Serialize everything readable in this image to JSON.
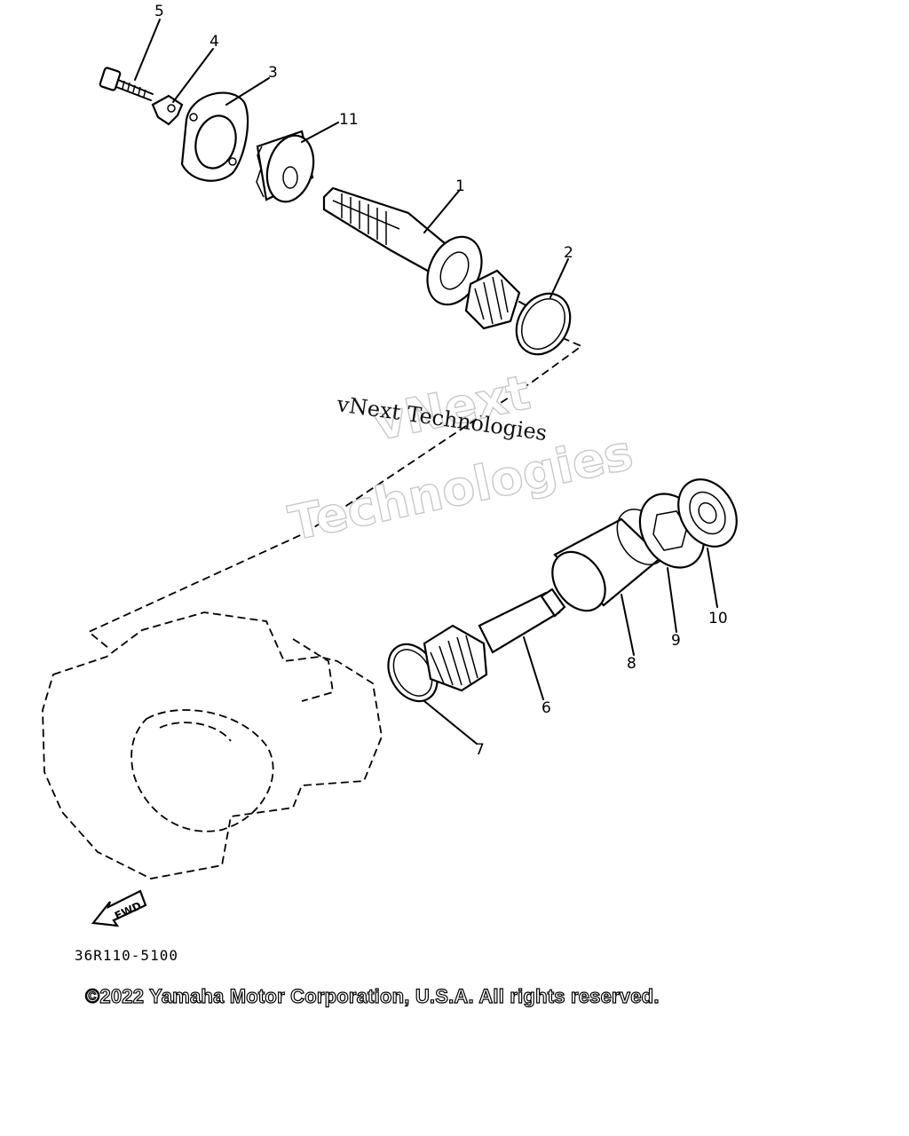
{
  "diagram": {
    "part_numbers": [
      "1",
      "2",
      "3",
      "4",
      "5",
      "6",
      "7",
      "8",
      "9",
      "10",
      "11"
    ],
    "drawing_code": "36R110-5100",
    "fwd_label": "FWD"
  },
  "watermark": {
    "small": "vNext Technologies",
    "large_line1": "vNext",
    "large_line2": "Technologies"
  },
  "copyright": "©2022 Yamaha Motor Corporation, U.S.A. All rights reserved."
}
